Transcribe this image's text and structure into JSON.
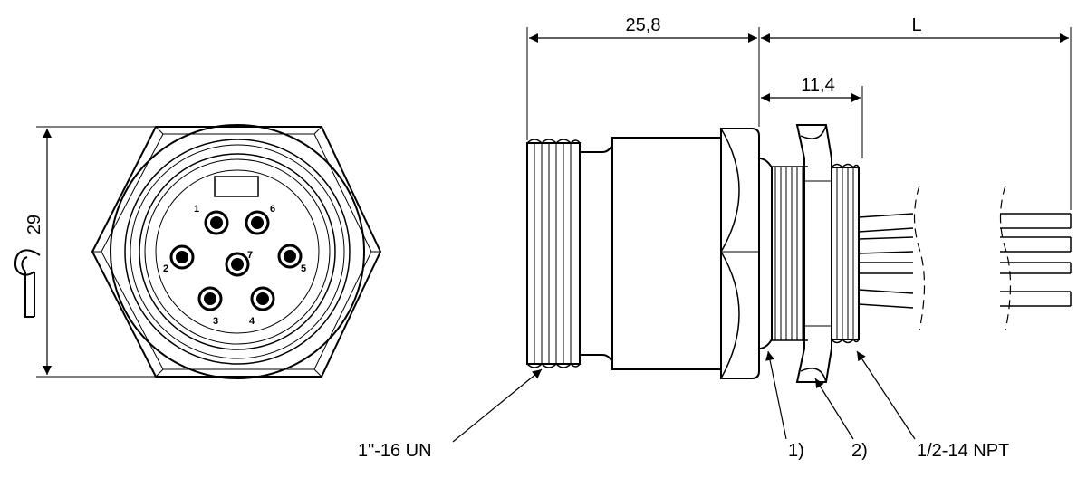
{
  "front_view": {
    "height_dimension": "29",
    "wrench_icon": "wrench-icon",
    "pins": [
      "1",
      "2",
      "3",
      "4",
      "5",
      "6",
      "7"
    ]
  },
  "side_view": {
    "overall_length_dimension": "25,8",
    "cable_length_dimension": "L",
    "thread_length_dimension": "11,4",
    "callouts": {
      "front_thread": "1\"-16 UN",
      "note_1": "1)",
      "note_2": "2)",
      "rear_thread": "1/2-14 NPT"
    }
  }
}
